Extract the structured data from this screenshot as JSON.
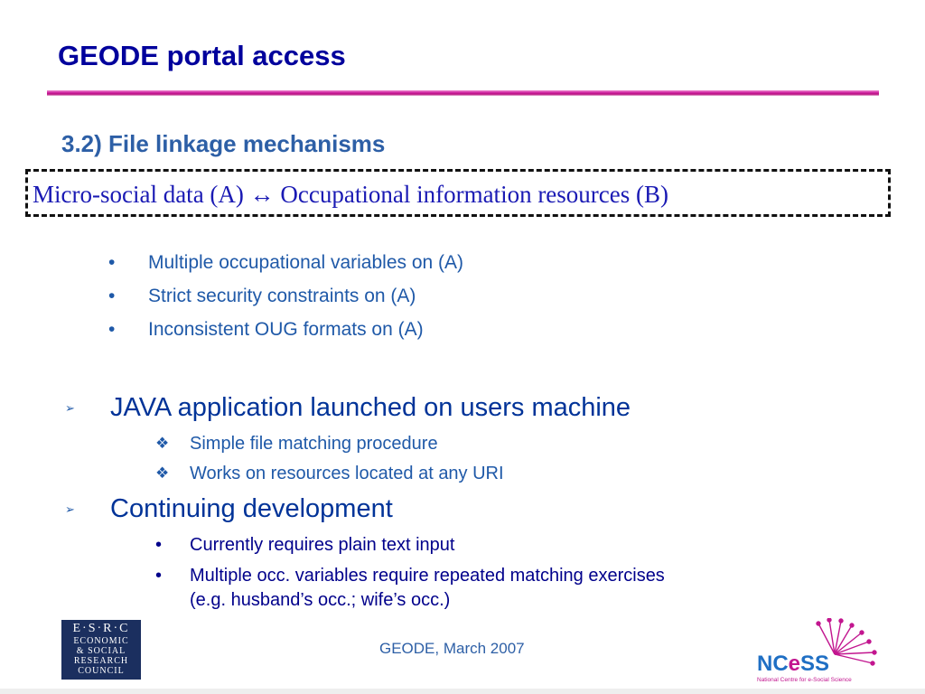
{
  "slide": {
    "title": "GEODE portal access",
    "subtitle": "3.2) File linkage mechanisms",
    "highlight": "Micro-social data (A) ↔ Occupational information resources (B)",
    "bullets_a": [
      "Multiple occupational variables on (A)",
      "Strict security constraints on (A)",
      "Inconsistent OUG formats on (A)"
    ],
    "points": [
      {
        "heading": "JAVA application launched on users machine",
        "subs": [
          "Simple file matching procedure",
          "Works on resources located at any URI"
        ]
      },
      {
        "heading": "Continuing development",
        "subs": [
          "Currently requires plain text input",
          "Multiple occ. variables require repeated matching exercises",
          "(e.g. husband’s occ.; wife’s occ.)"
        ]
      }
    ],
    "footer": "GEODE, March 2007"
  },
  "glyphs": {
    "dot": "•",
    "arrow": "➢",
    "diamond": "❖"
  },
  "logos": {
    "esrc_top": "E·S·R·C",
    "esrc_lines": [
      "ECONOMIC",
      "& SOCIAL",
      "RESEARCH",
      "COUNCIL"
    ],
    "ncess_name_a": "NC",
    "ncess_name_b": "e",
    "ncess_name_c": "SS",
    "ncess_tagline": "National Centre for e-Social Science"
  },
  "colors": {
    "title": "#00009c",
    "accent_rule": "#cc1f9e",
    "subtitle": "#2d5fa6",
    "ncess_blue": "#1f6fc4",
    "ncess_magenta": "#c2168f"
  }
}
